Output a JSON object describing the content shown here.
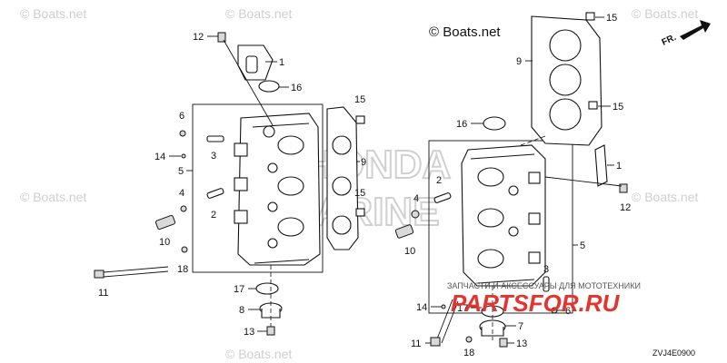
{
  "watermarks": {
    "main": "© Boats.net",
    "faded": "© Boats.net"
  },
  "callouts": [
    {
      "id": "c12-left",
      "text": "12"
    },
    {
      "id": "c1-left",
      "text": "1"
    },
    {
      "id": "c16-left",
      "text": "16"
    },
    {
      "id": "c6",
      "text": "6"
    },
    {
      "id": "c3-left",
      "text": "3"
    },
    {
      "id": "c14-left",
      "text": "14"
    },
    {
      "id": "c5-left",
      "text": "5"
    },
    {
      "id": "c4-left",
      "text": "4"
    },
    {
      "id": "c2-left",
      "text": "2"
    },
    {
      "id": "c10-left",
      "text": "10"
    },
    {
      "id": "c18-left",
      "text": "18"
    },
    {
      "id": "c11-left",
      "text": "11"
    },
    {
      "id": "c15-left",
      "text": "15"
    },
    {
      "id": "c9-left",
      "text": "9"
    },
    {
      "id": "c15-mid",
      "text": "15"
    },
    {
      "id": "c17-left",
      "text": "17"
    },
    {
      "id": "c8",
      "text": "8"
    },
    {
      "id": "c13-left",
      "text": "13"
    },
    {
      "id": "c15-top",
      "text": "15"
    },
    {
      "id": "c9-right",
      "text": "9"
    },
    {
      "id": "c15-right",
      "text": "15"
    },
    {
      "id": "c16-right",
      "text": "16"
    },
    {
      "id": "c1-right",
      "text": "1"
    },
    {
      "id": "c2-right",
      "text": "2"
    },
    {
      "id": "c4-right",
      "text": "4"
    },
    {
      "id": "c12-right",
      "text": "12"
    },
    {
      "id": "c10-right",
      "text": "10"
    },
    {
      "id": "c5-right",
      "text": "5"
    },
    {
      "id": "c3-right",
      "text": "3"
    },
    {
      "id": "c14-right",
      "text": "14"
    },
    {
      "id": "c17-right",
      "text": "17"
    },
    {
      "id": "c6-right",
      "text": "6"
    },
    {
      "id": "c7",
      "text": "7"
    },
    {
      "id": "c11-right",
      "text": "11"
    },
    {
      "id": "c13-right",
      "text": "13"
    },
    {
      "id": "c18-right",
      "text": "18"
    }
  ],
  "direction_label": "FR.",
  "diagram_code": "ZVJ4E0900",
  "banner": {
    "text": "ЗАПЧАСТИ И АКСЕССУАРЫ ДЛЯ МОТОТЕХНИКИ",
    "brand": "PARTSFOR.RU"
  },
  "honda_watermark": [
    "HONDA",
    "MARINE"
  ],
  "colors": {
    "line": "#111111",
    "watermark": "#cfcfcf",
    "brand": "#e5342e"
  }
}
